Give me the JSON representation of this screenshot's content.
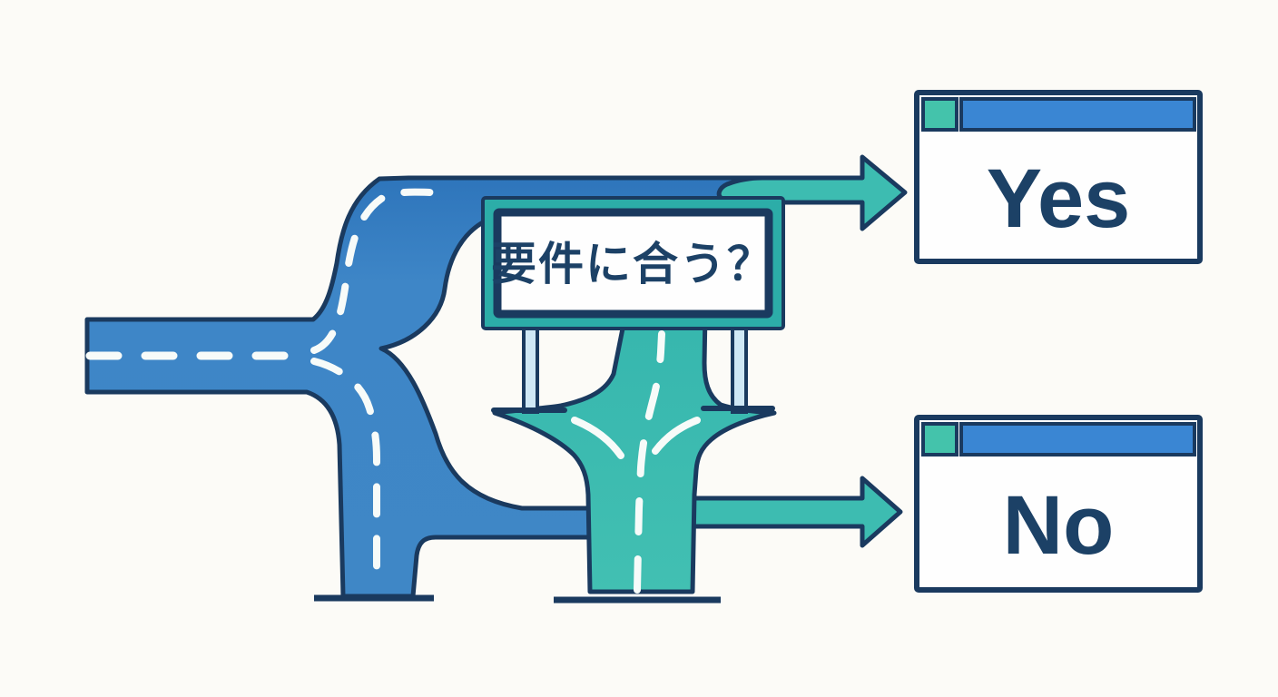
{
  "illustration": {
    "description": "Road fork decision diagram: a blue road splits at a billboard question sign; teal arrows lead to Yes and No browser windows",
    "sign": {
      "label": "要件に合う？"
    },
    "yes_window": {
      "label": "Yes"
    },
    "no_window": {
      "label": "No"
    },
    "colors": {
      "outline_navy": "#1a3a5f",
      "road_blue": "#3e86c7",
      "road_blue_dark": "#2e75bb",
      "road_teal": "#3dbcb1",
      "sign_frame_teal": "#2cada8",
      "sign_panel_white": "#fefefe",
      "window_header_blue": "#3a86d3",
      "window_header_teal": "#44c3ab",
      "signpost_light_blue": "#cfe8f6",
      "lane_dash_white": "#f7fbf9",
      "background": "#fcfbf7",
      "text_navy": "#1c4166"
    }
  }
}
